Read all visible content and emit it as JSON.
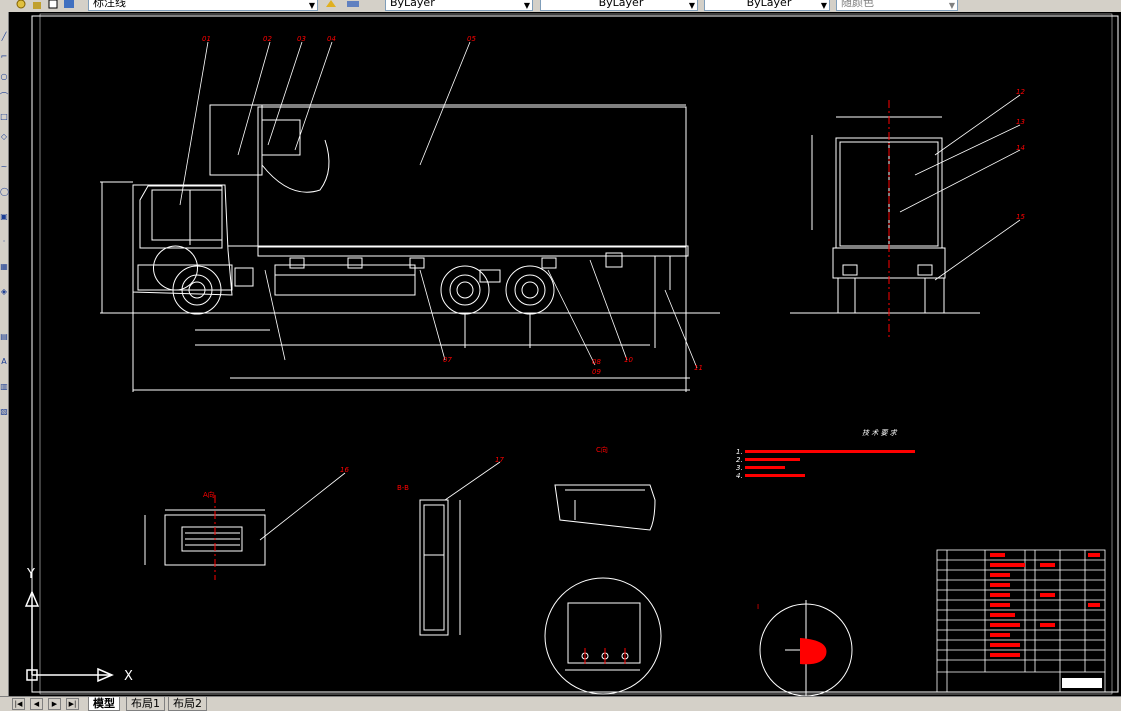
{
  "toolbar": {
    "layer_name": "标注线",
    "color_value": "ByLayer",
    "linetype_value": "ByLayer",
    "lineweight_value": "ByLayer",
    "plotstyle_value": "随颜色"
  },
  "layout_tabs": [
    {
      "label": "模型",
      "active": true
    },
    {
      "label": "布局1",
      "active": false
    },
    {
      "label": "布局2",
      "active": false
    }
  ],
  "ucs": {
    "x_label": "X",
    "y_label": "Y"
  },
  "drawing": {
    "part_numbers": [
      "01",
      "02",
      "03",
      "04",
      "05",
      "07",
      "08",
      "09",
      "10",
      "11",
      "12",
      "13",
      "14",
      "15",
      "16",
      "17"
    ],
    "view_labels": {
      "a": "A向",
      "b": "B-B",
      "c": "C向",
      "d": "I"
    },
    "tech_req_title": "技 术 要 求",
    "tech_req_items": [
      "1.",
      "2.",
      "3.",
      "4."
    ]
  },
  "colors": {
    "canvas": "#000000",
    "line": "#ffffff",
    "annotation": "#ff0000",
    "ucs": "#ffffff"
  }
}
